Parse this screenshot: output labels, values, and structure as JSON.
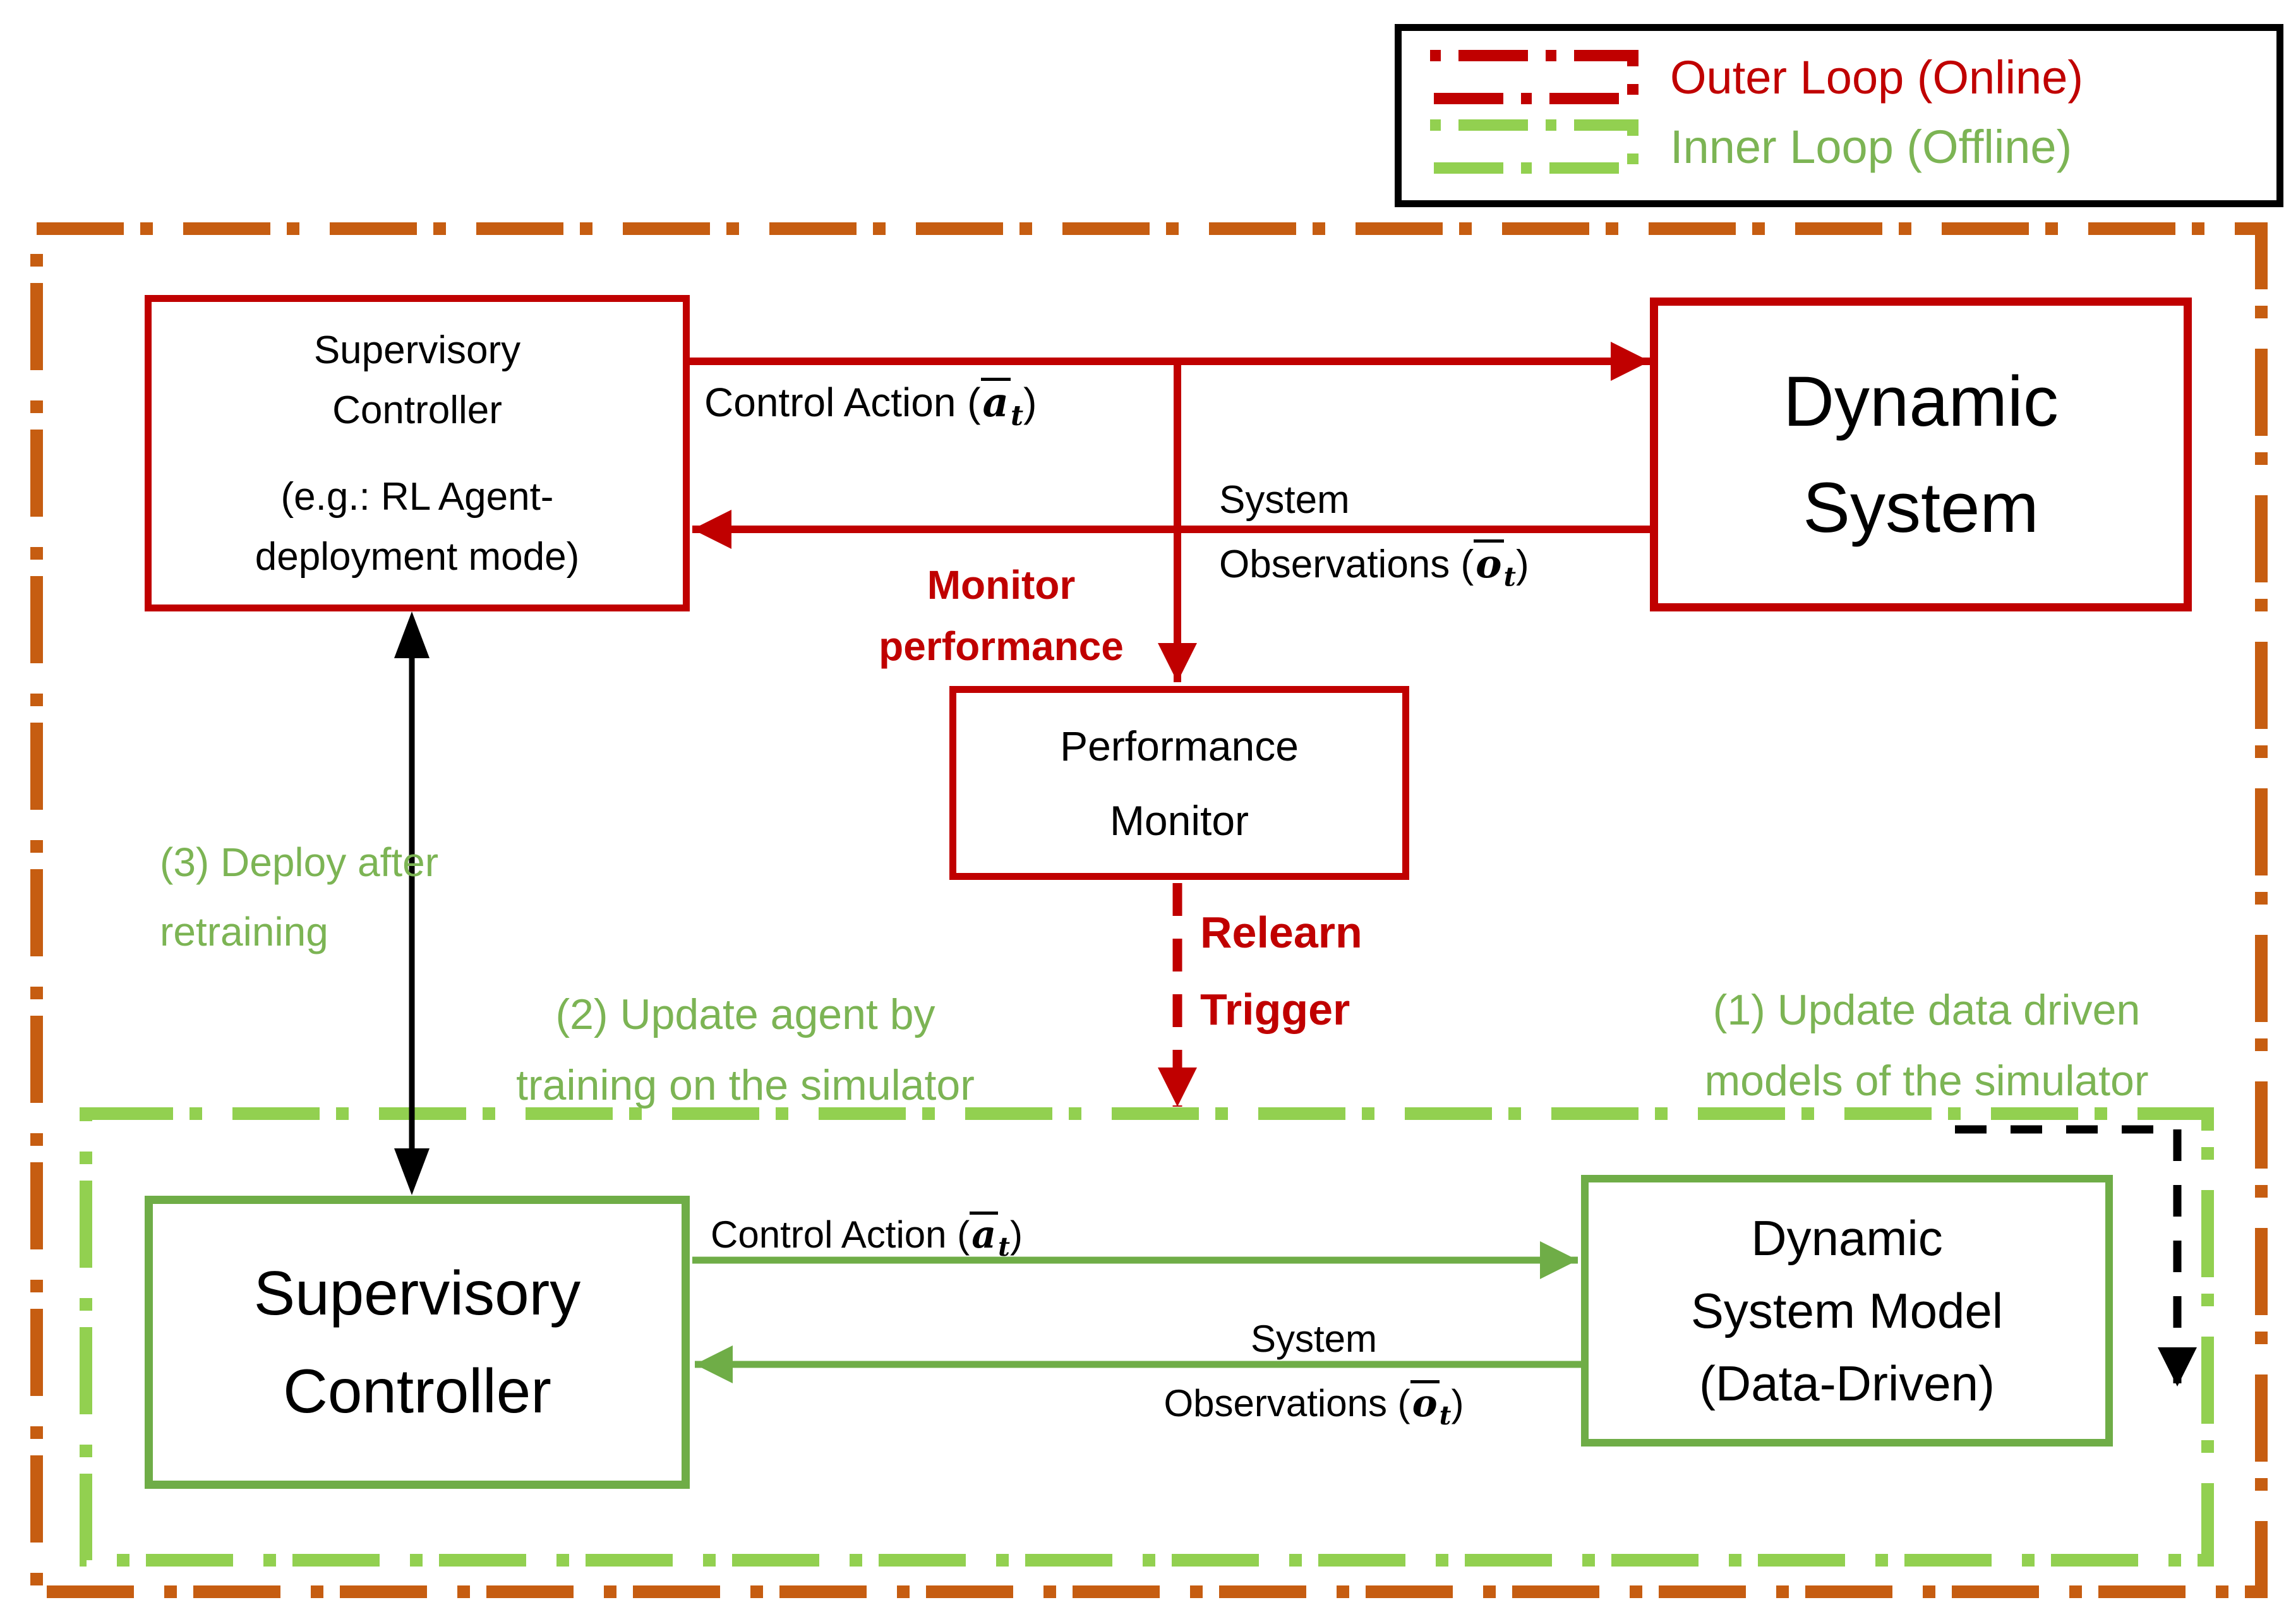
{
  "colors": {
    "red": "#C00000",
    "orange": "#C65D11",
    "green_dark": "#6FAD47",
    "green_light": "#92D050",
    "green_text": "#7CB454",
    "black": "#000000"
  },
  "legend": {
    "outer_label": "Outer Loop (Online)",
    "inner_label": "Inner Loop (Offline)"
  },
  "boxes": {
    "supervisory_controller_online": {
      "line1": "Supervisory",
      "line2": "Controller",
      "line3": "(e.g.: RL Agent-",
      "line4": "deployment mode)"
    },
    "dynamic_system": {
      "line1": "Dynamic",
      "line2": "System"
    },
    "performance_monitor": {
      "line1": "Performance",
      "line2": "Monitor"
    },
    "supervisory_controller_offline": {
      "line1": "Supervisory",
      "line2": "Controller"
    },
    "dynamic_system_model": {
      "line1": "Dynamic",
      "line2": "System Model",
      "line3": "(Data-Driven)"
    }
  },
  "labels": {
    "control_action_online": {
      "prefix": "Control Action (",
      "variable": "a",
      "subscript": "t",
      "suffix": ")"
    },
    "system_observations_online": {
      "line1": "System",
      "prefix": "Observations (",
      "variable": "o",
      "subscript": "t",
      "suffix": ")"
    },
    "monitor_performance": {
      "line1": "Monitor",
      "line2": "performance"
    },
    "relearn_trigger": {
      "line1": "Relearn",
      "line2": "Trigger"
    },
    "deploy": {
      "line1": "(3) Deploy after",
      "line2": "retraining"
    },
    "update_agent": {
      "line1": "(2) Update agent by",
      "line2": "training on the simulator"
    },
    "update_models": {
      "line1": "(1) Update data driven",
      "line2": "models of the simulator"
    },
    "control_action_offline": {
      "prefix": "Control Action (",
      "variable": "a",
      "subscript": "t",
      "suffix": ")"
    },
    "system_observations_offline": {
      "line1": "System",
      "prefix": "Observations (",
      "variable": "o",
      "subscript": "t",
      "suffix": ")"
    }
  }
}
